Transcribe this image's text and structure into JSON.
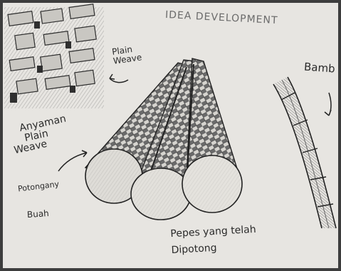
{
  "title": "IDEA DEVELOPMENT",
  "labels": {
    "plain_weave": [
      "Plain",
      "Weave"
    ],
    "bamboo": "Bamb",
    "anyaman": [
      "Anyaman",
      "Plain",
      "Weave"
    ],
    "potongan": "Potongany",
    "buah": "Buah",
    "pepes": [
      "Pepes yang telah",
      "Dipotong"
    ]
  },
  "icons": [
    "weave-pattern-sketch",
    "bamboo-stalk-sketch",
    "cut-bamboo-tubes-sketch",
    "arrow-icon"
  ]
}
